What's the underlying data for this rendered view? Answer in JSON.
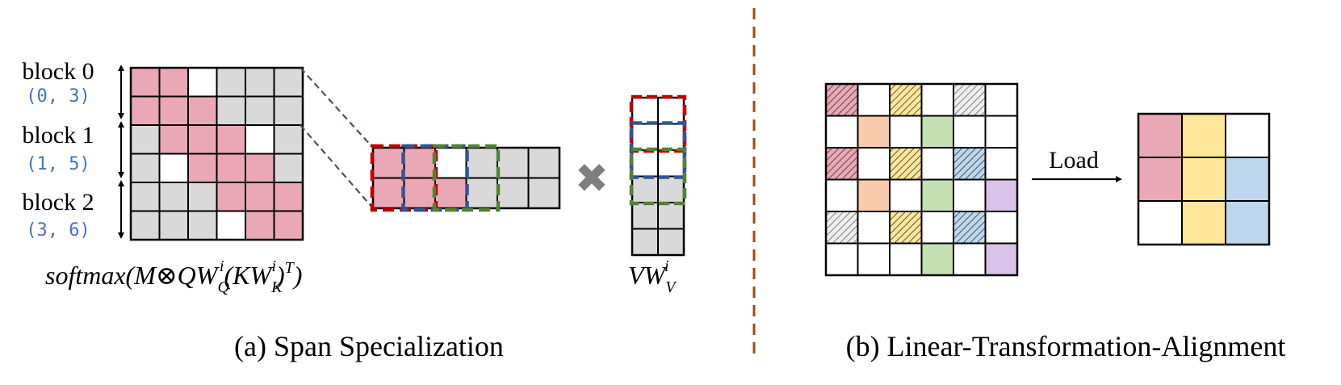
{
  "panel_a": {
    "caption": "(a) Span Specialization",
    "blocks": [
      {
        "label": "block 0",
        "span": "(0, 3)"
      },
      {
        "label": "block 1",
        "span": "(1, 5)"
      },
      {
        "label": "block 2",
        "span": "(3, 6)"
      }
    ],
    "attention_mask": [
      [
        1,
        1,
        0,
        2,
        2,
        2
      ],
      [
        1,
        1,
        1,
        2,
        2,
        2
      ],
      [
        2,
        1,
        1,
        1,
        0,
        2
      ],
      [
        2,
        0,
        1,
        1,
        1,
        2
      ],
      [
        2,
        2,
        2,
        1,
        1,
        1
      ],
      [
        2,
        2,
        2,
        0,
        1,
        1
      ]
    ],
    "formula_text": "softmax(M⊗QW",
    "formula_parts": [
      "Q",
      "i",
      "(KW",
      "K",
      "i",
      ")",
      "T",
      ")"
    ],
    "v_label": "VW",
    "v_sub": "V",
    "v_sup": "i",
    "multiply_symbol": "✖"
  },
  "panel_b": {
    "caption": "(b) Linear-Transformation-Alignment",
    "load_label": "Load",
    "sparse_matrix": [
      [
        "ph",
        "w",
        "yh",
        "w",
        "gh",
        "w"
      ],
      [
        "w",
        "o",
        "w",
        "g",
        "w",
        "w"
      ],
      [
        "ph",
        "w",
        "yh",
        "w",
        "bh",
        "w"
      ],
      [
        "w",
        "o",
        "w",
        "g",
        "w",
        "v"
      ],
      [
        "gh",
        "w",
        "yh",
        "w",
        "bh",
        "w"
      ],
      [
        "w",
        "w",
        "w",
        "g",
        "w",
        "v"
      ]
    ],
    "dense_matrix": [
      [
        "p",
        "y",
        "w"
      ],
      [
        "p",
        "y",
        "b"
      ],
      [
        "w",
        "y",
        "b"
      ]
    ]
  },
  "colors": {
    "pink": "#eaa7b5",
    "gray": "#d9d9d9",
    "white": "#ffffff",
    "red": "#c00000",
    "blue": "#2f5597",
    "green": "#548235",
    "divider": "#9c4a1a",
    "yellow": "#ffe699",
    "orange": "#f8cbad",
    "green_light": "#c5e0b4",
    "purple": "#d9c3e9",
    "light_blue": "#bdd7ee"
  }
}
